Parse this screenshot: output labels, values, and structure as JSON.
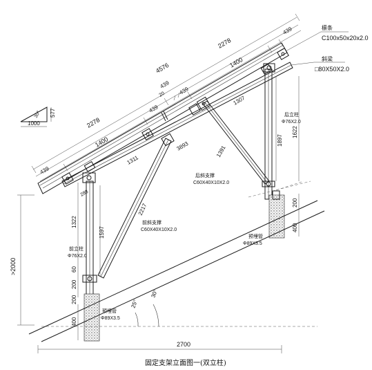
{
  "caption": "固定支架立面图一(双立柱)",
  "slope_indicator": {
    "run": "1000",
    "rise": "577",
    "angle": "30°"
  },
  "callouts": {
    "purlin_name": "檩条",
    "purlin_spec": "C100x50x20x2.0",
    "beam_name": "斜梁",
    "beam_spec": "□80X50X2.0",
    "rear_post_name": "后立柱",
    "rear_post_spec": "Φ76X2.0",
    "front_post_name": "前立柱",
    "front_post_spec": "Φ76X2.0",
    "rear_brace_name": "后斜支撑",
    "rear_brace_spec": "C60X40X10X2.0",
    "front_brace_name": "前斜支撑",
    "front_brace_spec": "C60X40X10X2.0",
    "rear_pile_name": "预埋管",
    "rear_pile_spec": "Φ89X3.5",
    "front_pile_name": "预埋管",
    "front_pile_spec": "Φ89X3.5"
  },
  "dimensions": {
    "total_length": "4576",
    "upper_half": "2278",
    "lower_half": "2278",
    "gap": "20",
    "upper_1400": "1400",
    "lower_1400": "1400",
    "top_end": "439",
    "upper_mid_left": "439",
    "upper_mid_right": "439",
    "lower_mid": "439",
    "bottom_end": "439",
    "rear_brace_len": "1307",
    "front_brace_top": "1311",
    "dim_3893": "3893",
    "dim_1391": "1391",
    "dim_2217": "2217",
    "dim_1897": "1897",
    "dim_1622": "1622",
    "dim_1597": "1597",
    "dim_1322": "1322",
    "dim_288": "288",
    "dim_60": "60",
    "front_200a": "200",
    "front_200b": "200",
    "front_400": "400",
    "rear_200": "200",
    "rear_400": "400",
    "height_2000": ">2000",
    "span_2700": "2700",
    "ground_angle": "25°",
    "panel_angle": "30°"
  }
}
